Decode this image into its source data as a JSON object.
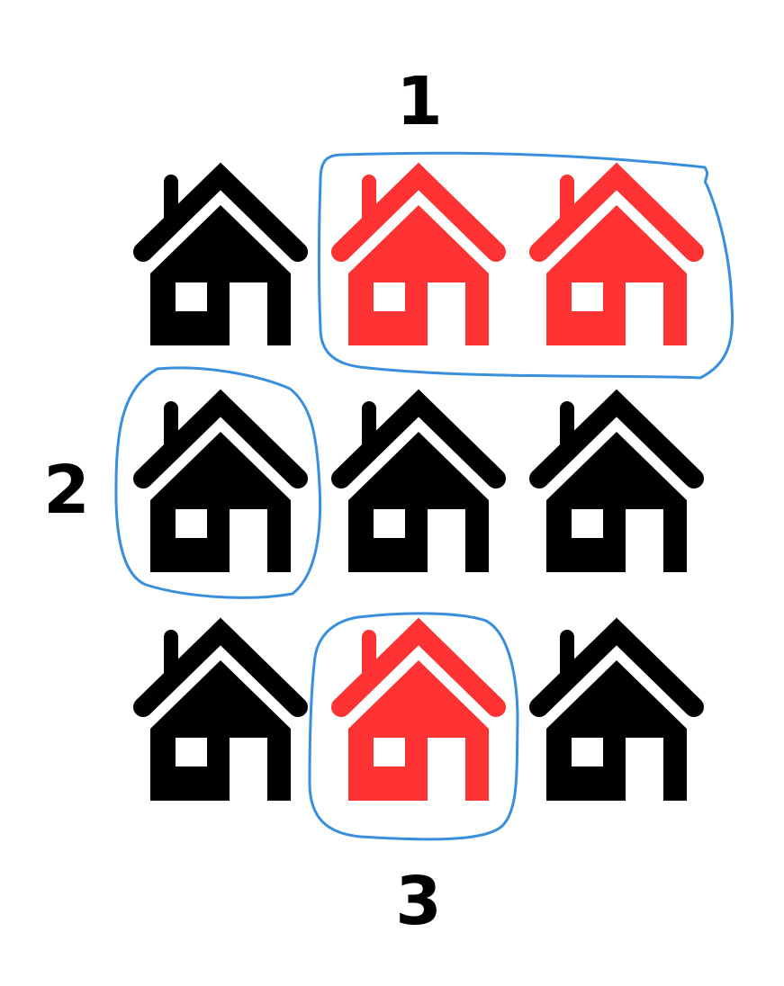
{
  "colors": {
    "background": "#ffffff",
    "house_default": "#000000",
    "house_highlight": "#ff3333",
    "group_outline": "#3a8fdd",
    "label": "#000000"
  },
  "icon": "house-icon",
  "grid": {
    "rows": 3,
    "cols": 3,
    "houses": [
      {
        "row": 1,
        "col": 1,
        "highlighted": false
      },
      {
        "row": 1,
        "col": 2,
        "highlighted": true
      },
      {
        "row": 1,
        "col": 3,
        "highlighted": true
      },
      {
        "row": 2,
        "col": 1,
        "highlighted": false
      },
      {
        "row": 2,
        "col": 2,
        "highlighted": false
      },
      {
        "row": 2,
        "col": 3,
        "highlighted": false
      },
      {
        "row": 3,
        "col": 1,
        "highlighted": false
      },
      {
        "row": 3,
        "col": 2,
        "highlighted": true
      },
      {
        "row": 3,
        "col": 3,
        "highlighted": false
      }
    ]
  },
  "groups": [
    {
      "label": "1"
    },
    {
      "label": "2"
    },
    {
      "label": "3"
    }
  ]
}
